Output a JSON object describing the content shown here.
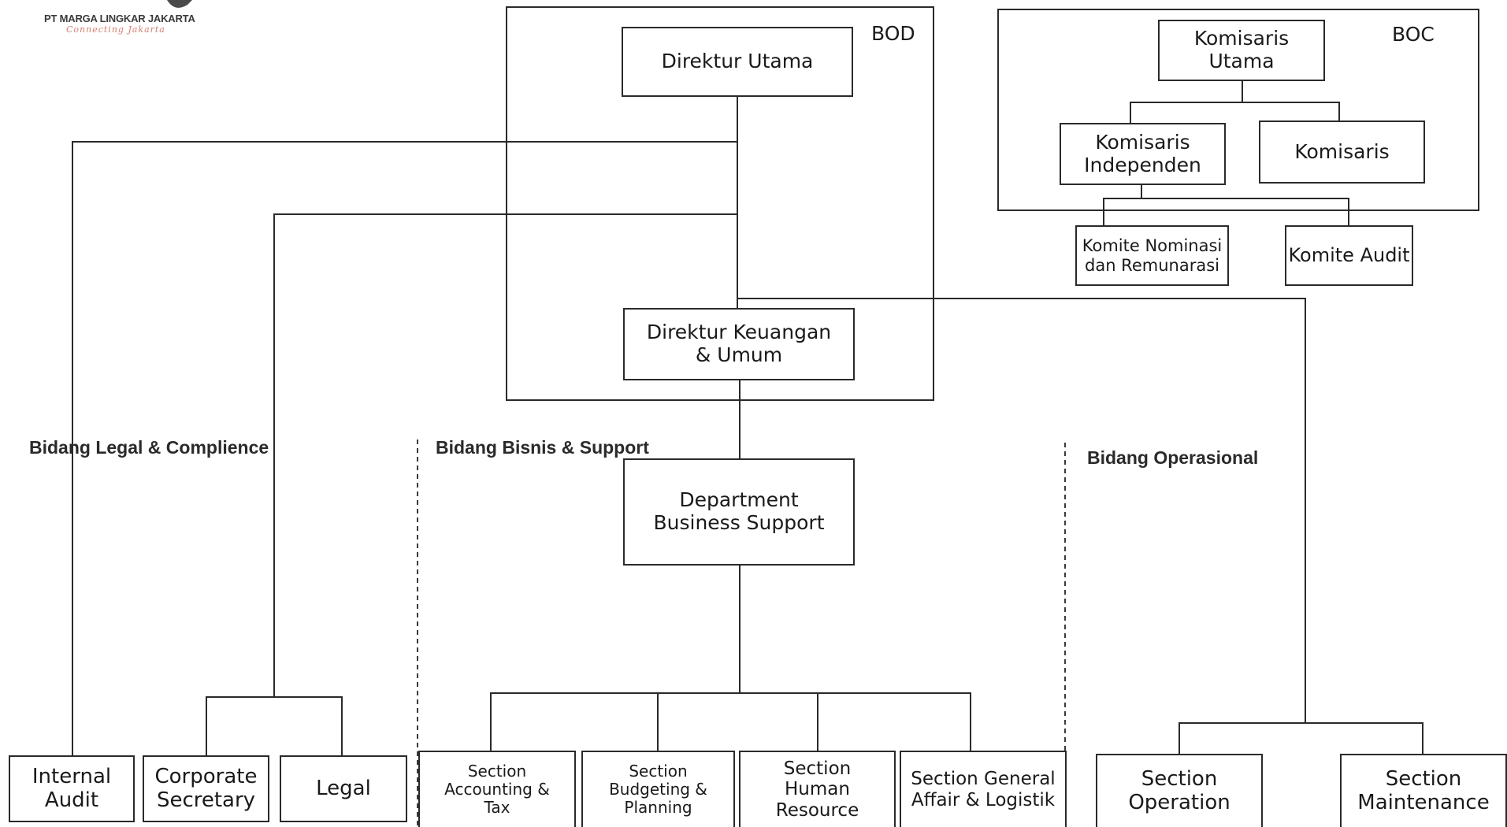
{
  "logo": {
    "company": "PT MARGA LINGKAR JAKARTA",
    "tagline": "Connecting Jakarta"
  },
  "groups": {
    "bod": "BOD",
    "boc": "BOC"
  },
  "sections": {
    "legal": "Bidang Legal & Complience",
    "bisnis": "Bidang Bisnis & Support",
    "operasional": "Bidang Operasional"
  },
  "boxes": {
    "direktur_utama": "Direktur Utama",
    "direktur_keuangan": "Direktur Keuangan & Umum",
    "komisaris_utama": "Komisaris Utama",
    "komisaris_independen": "Komisaris Independen",
    "komisaris": "Komisaris",
    "komite_nominasi": "Komite Nominasi dan Remunarasi",
    "komite_audit": "Komite Audit",
    "dept_business_support": "Department Business Support",
    "internal_audit": "Internal Audit",
    "corporate_secretary": "Corporate Secretary",
    "legal": "Legal",
    "section_accounting": "Section Accounting & Tax",
    "section_budgeting": "Section Budgeting & Planning",
    "section_hr": "Section Human Resource",
    "section_ga": "Section General Affair & Logistik",
    "section_operation": "Section Operation",
    "section_maintenance": "Section Maintenance"
  }
}
